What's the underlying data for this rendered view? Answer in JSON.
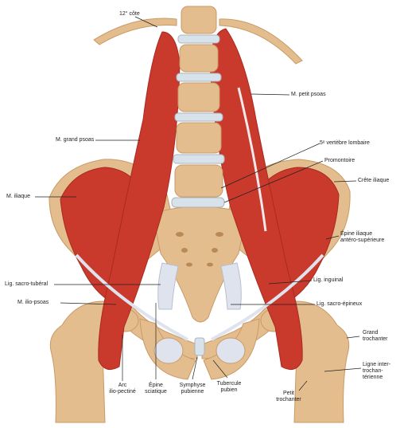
{
  "colors": {
    "muscle": "#c93a2c",
    "muscle_dark": "#a92a20",
    "bone": "#e4bd8e",
    "bone_shade": "#c99a66",
    "disc": "#d8e2ea",
    "ligament": "#dfe3ee",
    "leader": "#222222"
  },
  "labels": {
    "cote12": "12° côte",
    "petit_psoas": "M. petit psoas",
    "grand_psoas": "M. grand psoas",
    "vertebre_lombaire": "5ᵉ vertèbre lombaire",
    "promontoire": "Promontoire",
    "crete_iliaque": "Crête iliaque",
    "iliaque": "M. iliaque",
    "epine_line1": "Épine iliaque",
    "epine_line2": "antéro-supérieure",
    "sacro_tuberal": "Lig. sacro-tubéral",
    "inguinal": "Lig. inguinal",
    "ilio_psoas": "M. ilio-psoas",
    "sacro_epineux": "Lig. sacro-épineux",
    "grand_troch_1": "Grand",
    "grand_troch_2": "trochanter",
    "ligne_1": "Ligne inter-",
    "ligne_2": "trochan-",
    "ligne_3": "térienne",
    "petit_troch_1": "Petit",
    "petit_troch_2": "trochanter",
    "arc_1": "Arc",
    "arc_2": "ilio-pectiné",
    "epine_sc_1": "Épine",
    "epine_sc_2": "sciatique",
    "symphyse_1": "Symphyse",
    "symphyse_2": "pubienne",
    "tubercule_1": "Tubercule",
    "tubercule_2": "pubien"
  }
}
